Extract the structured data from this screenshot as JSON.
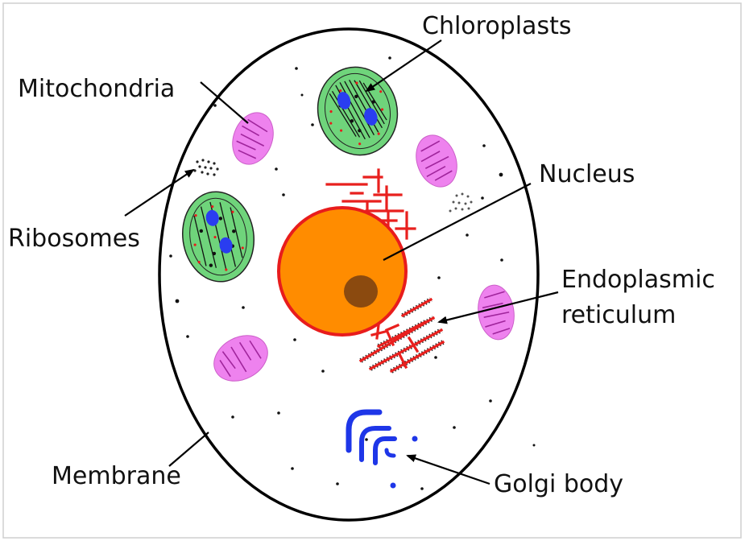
{
  "labels": {
    "chloroplasts": "Chloroplasts",
    "mitochondria": "Mitochondria",
    "nucleus": "Nucleus",
    "ribosomes": "Ribosomes",
    "er_line1": "Endoplasmic",
    "er_line2": "reticulum",
    "membrane": "Membrane",
    "golgi": "Golgi body"
  },
  "colors": {
    "membrane": "#000000",
    "chloroplast": "#6fd47b",
    "chloroplast_disc": "#2a3df0",
    "nucleus": "#ff8c00",
    "nucleus_border": "#e81c1c",
    "nucleolus": "#8b4a0f",
    "mitochondria": "#ee82ee",
    "er": "#e8201e",
    "golgi": "#1e36e8"
  }
}
